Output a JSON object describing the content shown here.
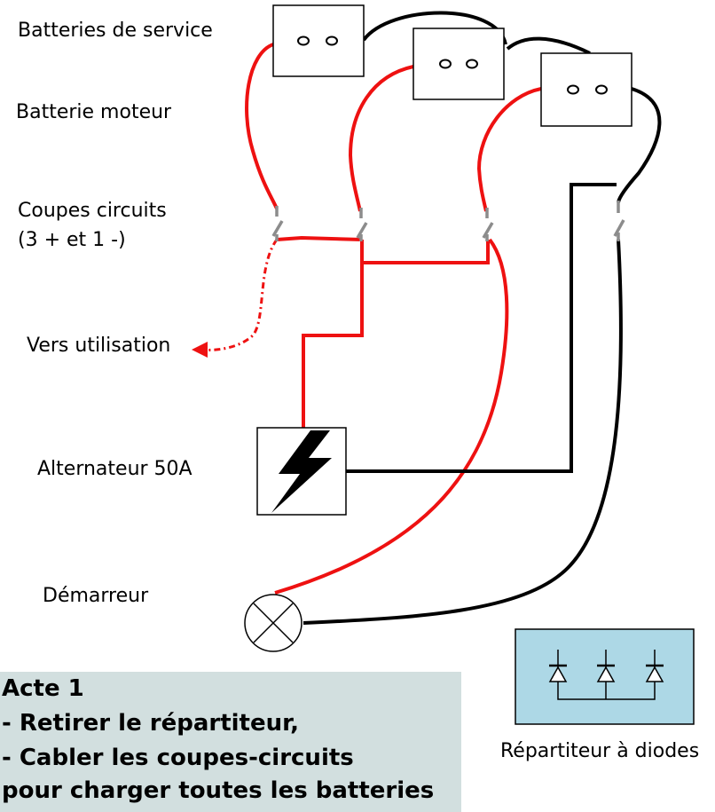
{
  "labels": {
    "service_batteries": "Batteries de service",
    "engine_battery": "Batterie moteur",
    "circuit_breakers_line1": "Coupes circuits",
    "circuit_breakers_line2": "(3 + et 1 -)",
    "to_usage": "Vers utilisation",
    "alternator": "Alternateur 50A",
    "starter": "Démarreur",
    "diode_splitter": "Répartiteur à diodes"
  },
  "acte": {
    "line1": "Acte 1",
    "line2": "- Retirer le répartiteur,",
    "line3": "- Cabler les coupes-circuits",
    "line4": "pour charger toutes les batteries"
  },
  "colors": {
    "positive_wire": "#ee1111",
    "negative_wire": "#000000",
    "switch": "#8c8c8c",
    "splitter_fill": "#add8e6",
    "acte_background": "#d2dfdf"
  }
}
